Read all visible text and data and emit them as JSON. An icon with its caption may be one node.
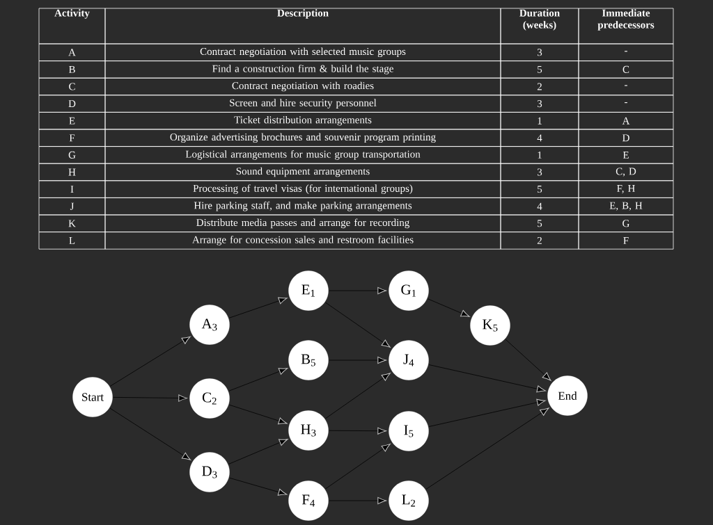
{
  "diagram": {
    "nodes": [
      {
        "text": [
          "Start"
        ]
      },
      {
        "text": [
          "A$_{3}$"
        ]
      },
      {
        "text": [
          "C$_{2}$"
        ]
      },
      {
        "text": [
          "D$_{3}$"
        ]
      },
      {
        "text": [
          "E$_{1}$"
        ]
      },
      {
        "text": [
          "B$_{5}$"
        ]
      },
      {
        "text": [
          "H$_{3}$"
        ]
      },
      {
        "text": [
          "F$_{4}$"
        ]
      },
      {
        "text": [
          "G$_{1}$"
        ]
      },
      {
        "text": [
          "J$_{4}$"
        ]
      },
      {
        "text": [
          "I$_{5}$"
        ]
      },
      {
        "text": [
          "L$_{2}$"
        ]
      },
      {
        "text": [
          "K$_{5}$"
        ]
      },
      {
        "text": [
          "End"
        ]
      }
    ],
    "edges": [
      {
        "from": 0,
        "to": 1,
        "arrow": "to"
      },
      {
        "from": 0,
        "to": 2,
        "arrow": "to"
      },
      {
        "from": 0,
        "to": 3,
        "arrow": "to"
      },
      {
        "from": 1,
        "to": 4,
        "arrow": "to"
      },
      {
        "from": 2,
        "to": 5,
        "arrow": "to"
      },
      {
        "from": 2,
        "to": 6,
        "arrow": "to"
      },
      {
        "from": 3,
        "to": 6,
        "arrow": "to"
      },
      {
        "from": 3,
        "to": 7,
        "arrow": "to"
      },
      {
        "from": 4,
        "to": 8,
        "arrow": "to"
      },
      {
        "from": 4,
        "to": 9,
        "arrow": "to"
      },
      {
        "from": 5,
        "to": 9,
        "arrow": "to"
      },
      {
        "from": 6,
        "to": 9,
        "arrow": "to"
      },
      {
        "from": 6,
        "to": 10,
        "arrow": "to"
      },
      {
        "from": 7,
        "to": 10,
        "arrow": "to"
      },
      {
        "from": 7,
        "to": 11,
        "arrow": "to"
      },
      {
        "from": 8,
        "to": 12,
        "arrow": "to"
      },
      {
        "from": 12,
        "to": 13,
        "arrow": "to"
      },
      {
        "from": 9,
        "to": 13,
        "arrow": "to"
      },
      {
        "from": 10,
        "to": 13,
        "arrow": "to"
      },
      {
        "from": 11,
        "to": 13,
        "arrow": "to"
      }
    ],
    "labels": [
      "Activity",
      "Description",
      "Duration (weeks)",
      "Immediate predecessors",
      "A",
      "Contract negotiation with selected music groups",
      "3",
      "-",
      "B",
      "Find a construction firm & build the stage",
      "5",
      "C",
      "C",
      "Contract negotiation with roadies",
      "2",
      "-",
      "D",
      "Screen and hire security personnel",
      "3",
      "-",
      "E",
      "Ticket distribution arrangements",
      "1",
      "A",
      "F",
      "Organize advertising brochures and souvenir program printing",
      "4",
      "D",
      "G",
      "Logistical arrangements for music group transportation",
      "1",
      "E",
      "H",
      "Sound equipment arrangements",
      "3",
      "C, D",
      "I",
      "Processing of travel visas (for international groups)",
      "5",
      "F, H",
      "J",
      "Hire parking staff, and make parking arrangements",
      "4",
      "E, B, H",
      "K",
      "Distribute media passes and arrange for recording",
      "5",
      "G",
      "L",
      "Arrange for concession sales and restroom facilities",
      "2",
      "F"
    ]
  }
}
